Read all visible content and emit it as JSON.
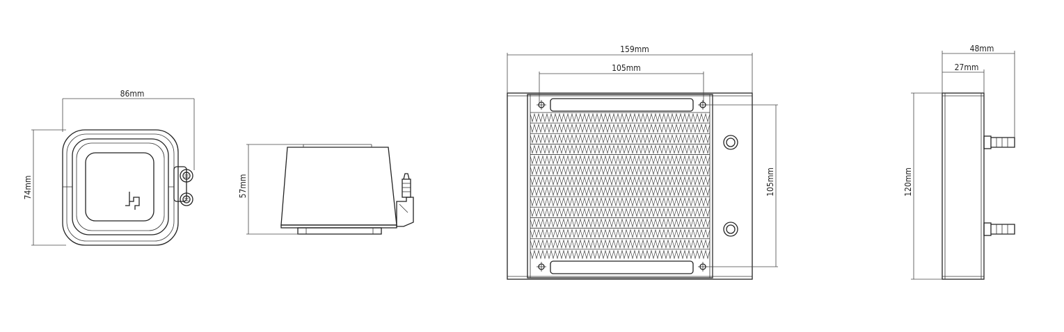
{
  "pump_front": {
    "width_label": "86mm",
    "height_label": "74mm"
  },
  "pump_side": {
    "height_label": "57mm"
  },
  "radiator_front": {
    "width_label": "159mm",
    "hole_spacing_label": "105mm",
    "vertical_label": "105mm"
  },
  "radiator_side": {
    "thickness_label": "48mm",
    "core_label": "27mm",
    "height_label": "120mm"
  }
}
